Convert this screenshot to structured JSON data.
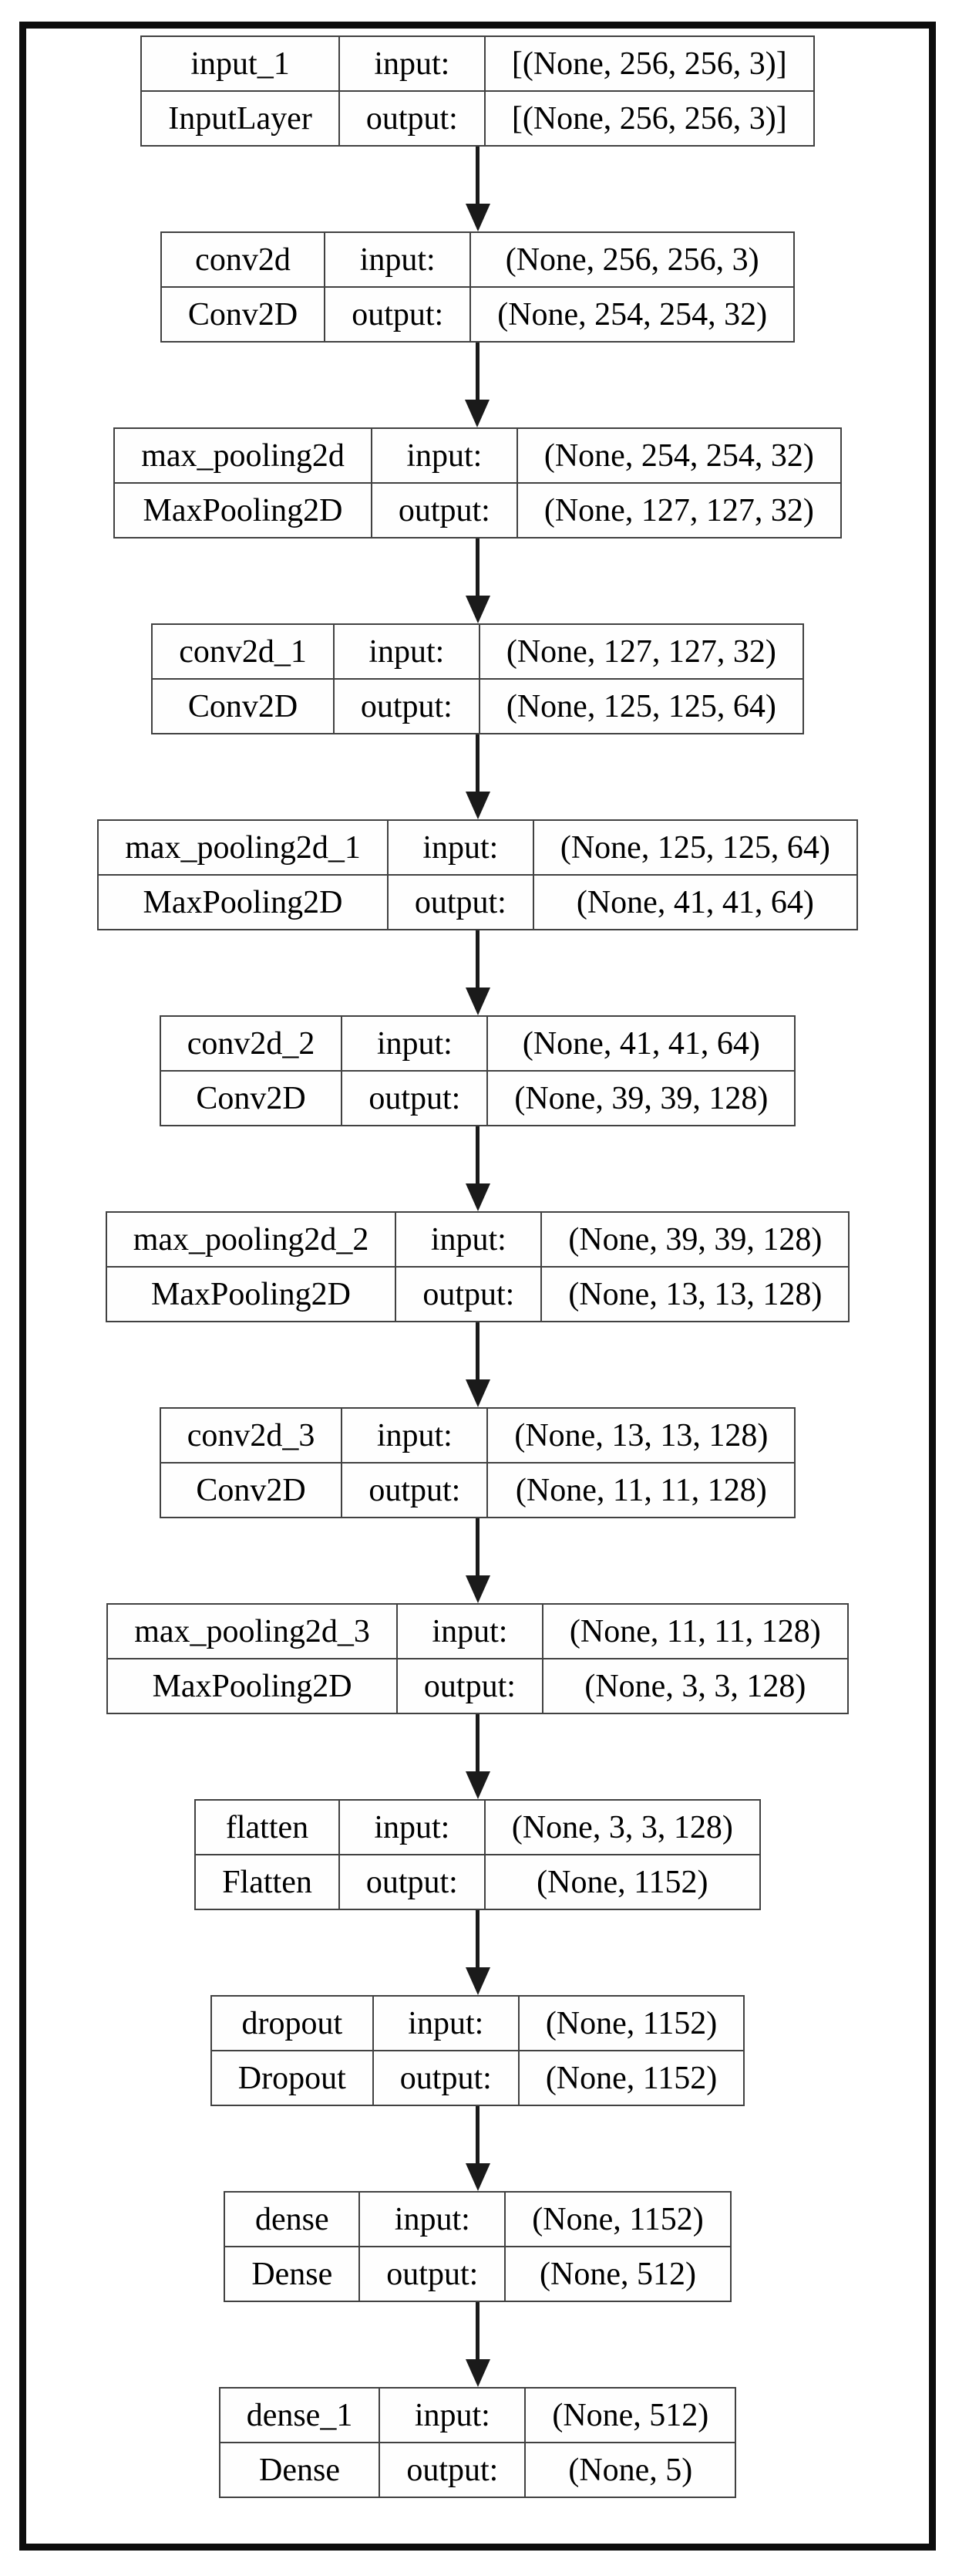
{
  "diagram": {
    "kind": "keras-model-architecture",
    "labels": {
      "input": "input:",
      "output": "output:"
    },
    "nodes": [
      {
        "name": "input_1",
        "layer_type": "InputLayer",
        "input_shape": "[(None, 256, 256, 3)]",
        "output_shape": "[(None, 256, 256, 3)]"
      },
      {
        "name": "conv2d",
        "layer_type": "Conv2D",
        "input_shape": "(None, 256, 256, 3)",
        "output_shape": "(None, 254, 254, 32)"
      },
      {
        "name": "max_pooling2d",
        "layer_type": "MaxPooling2D",
        "input_shape": "(None, 254, 254, 32)",
        "output_shape": "(None, 127, 127, 32)"
      },
      {
        "name": "conv2d_1",
        "layer_type": "Conv2D",
        "input_shape": "(None, 127, 127, 32)",
        "output_shape": "(None, 125, 125, 64)"
      },
      {
        "name": "max_pooling2d_1",
        "layer_type": "MaxPooling2D",
        "input_shape": "(None, 125, 125, 64)",
        "output_shape": "(None, 41, 41, 64)"
      },
      {
        "name": "conv2d_2",
        "layer_type": "Conv2D",
        "input_shape": "(None, 41, 41, 64)",
        "output_shape": "(None, 39, 39, 128)"
      },
      {
        "name": "max_pooling2d_2",
        "layer_type": "MaxPooling2D",
        "input_shape": "(None, 39, 39, 128)",
        "output_shape": "(None, 13, 13, 128)"
      },
      {
        "name": "conv2d_3",
        "layer_type": "Conv2D",
        "input_shape": "(None, 13, 13, 128)",
        "output_shape": "(None, 11, 11, 128)"
      },
      {
        "name": "max_pooling2d_3",
        "layer_type": "MaxPooling2D",
        "input_shape": "(None, 11, 11, 128)",
        "output_shape": "(None, 3, 3, 128)"
      },
      {
        "name": "flatten",
        "layer_type": "Flatten",
        "input_shape": "(None, 3, 3, 128)",
        "output_shape": "(None, 1152)"
      },
      {
        "name": "dropout",
        "layer_type": "Dropout",
        "input_shape": "(None, 1152)",
        "output_shape": "(None, 1152)"
      },
      {
        "name": "dense",
        "layer_type": "Dense",
        "input_shape": "(None, 1152)",
        "output_shape": "(None, 512)"
      },
      {
        "name": "dense_1",
        "layer_type": "Dense",
        "input_shape": "(None, 512)",
        "output_shape": "(None, 5)"
      }
    ],
    "colors": {
      "background": "#ffffff",
      "frame": "#0d0d0d",
      "node_border": "#414141",
      "text": "#000000",
      "edge": "#1a1a1a"
    }
  }
}
